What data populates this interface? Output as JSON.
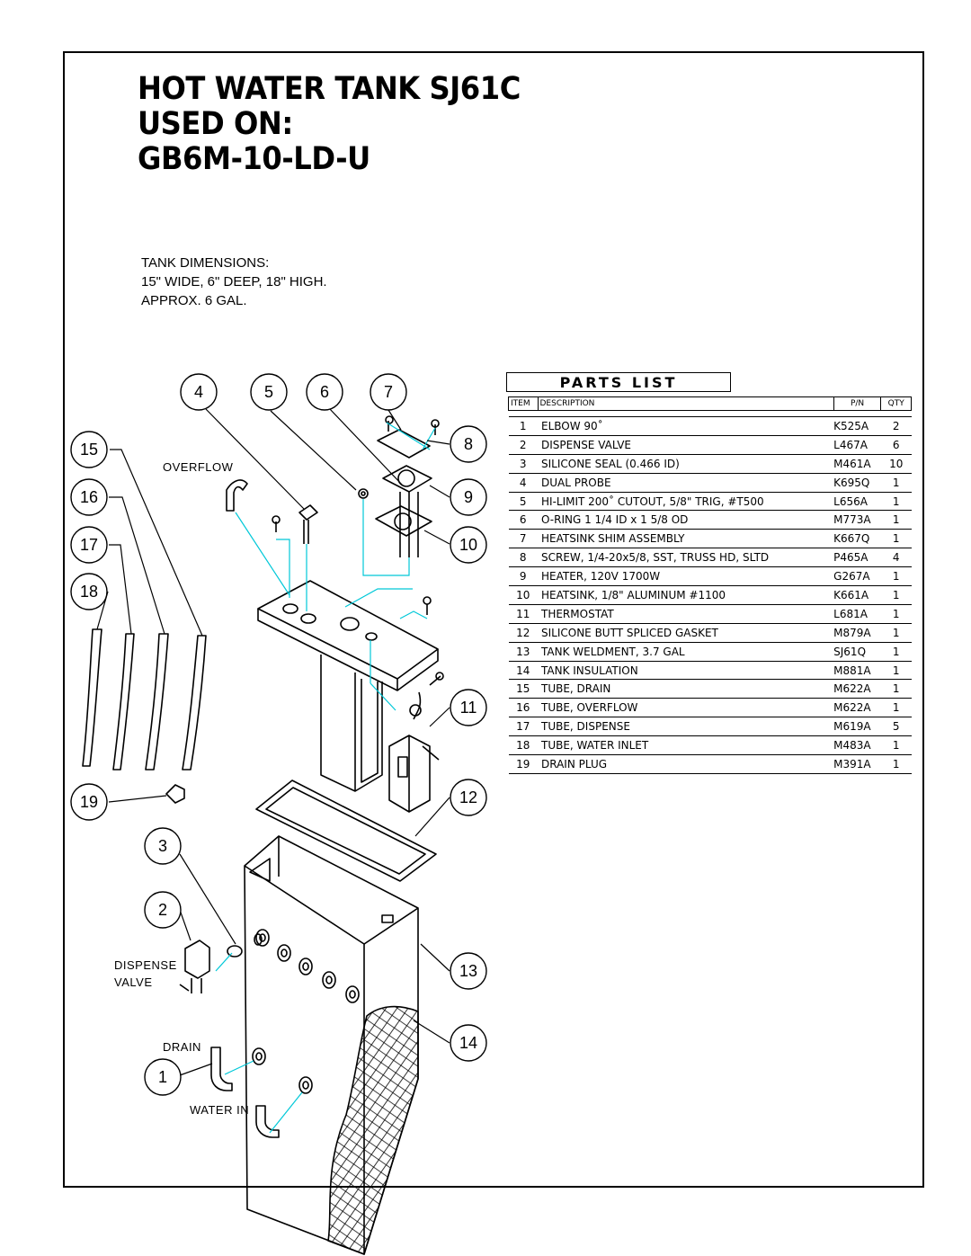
{
  "title": {
    "line1": "HOT WATER TANK SJ61C",
    "line2": "USED ON:",
    "line3": "GB6M-10-LD-U"
  },
  "dimensions": {
    "heading": "TANK DIMENSIONS:",
    "size": "15\" WIDE, 6\" DEEP, 18\" HIGH.",
    "capacity": "APPROX. 6 GAL."
  },
  "diagram": {
    "labels": {
      "overflow": "OVERFLOW",
      "dispense1": "DISPENSE",
      "dispense2": "VALVE",
      "drain": "DRAIN",
      "water_in": "WATER IN"
    },
    "callouts": [
      "4",
      "5",
      "6",
      "7",
      "8",
      "9",
      "10",
      "11",
      "12",
      "13",
      "14",
      "15",
      "16",
      "17",
      "18",
      "19",
      "3",
      "2",
      "1"
    ]
  },
  "parts_list": {
    "heading": "PARTS LIST",
    "columns": [
      "ITEM",
      "DESCRIPTION",
      "P/N",
      "QTY"
    ],
    "rows": [
      {
        "item": "1",
        "description": "ELBOW 90˚",
        "pn": "K525A",
        "qty": "2"
      },
      {
        "item": "2",
        "description": "DISPENSE VALVE",
        "pn": "L467A",
        "qty": "6"
      },
      {
        "item": "3",
        "description": "SILICONE SEAL (0.466 ID)",
        "pn": "M461A",
        "qty": "10"
      },
      {
        "item": "4",
        "description": "DUAL PROBE",
        "pn": "K695Q",
        "qty": "1"
      },
      {
        "item": "5",
        "description": "HI-LIMIT 200˚ CUTOUT, 5/8\" TRIG, #T500",
        "pn": "L656A",
        "qty": "1"
      },
      {
        "item": "6",
        "description": "O-RING 1 1/4 ID x 1 5/8 OD",
        "pn": "M773A",
        "qty": "1"
      },
      {
        "item": "7",
        "description": "HEATSINK SHIM ASSEMBLY",
        "pn": "K667Q",
        "qty": "1"
      },
      {
        "item": "8",
        "description": "SCREW, 1/4-20x5/8, SST, TRUSS HD, SLTD",
        "pn": "P465A",
        "qty": "4"
      },
      {
        "item": "9",
        "description": "HEATER, 120V 1700W",
        "pn": "G267A",
        "qty": "1"
      },
      {
        "item": "10",
        "description": "HEATSINK, 1/8\" ALUMINUM #1100",
        "pn": "K661A",
        "qty": "1"
      },
      {
        "item": "11",
        "description": "THERMOSTAT",
        "pn": "L681A",
        "qty": "1"
      },
      {
        "item": "12",
        "description": "SILICONE BUTT SPLICED GASKET",
        "pn": "M879A",
        "qty": "1"
      },
      {
        "item": "13",
        "description": "TANK WELDMENT, 3.7 GAL",
        "pn": "SJ61Q",
        "qty": "1"
      },
      {
        "item": "14",
        "description": "TANK INSULATION",
        "pn": "M881A",
        "qty": "1"
      },
      {
        "item": "15",
        "description": "TUBE, DRAIN",
        "pn": "M622A",
        "qty": "1"
      },
      {
        "item": "16",
        "description": "TUBE, OVERFLOW",
        "pn": "M622A",
        "qty": "1"
      },
      {
        "item": "17",
        "description": "TUBE, DISPENSE",
        "pn": "M619A",
        "qty": "5"
      },
      {
        "item": "18",
        "description": "TUBE, WATER INLET",
        "pn": "M483A",
        "qty": "1"
      },
      {
        "item": "19",
        "description": "DRAIN PLUG",
        "pn": "M391A",
        "qty": "1"
      }
    ]
  },
  "colors": {
    "line": "#000000",
    "leader": "#00c8d8",
    "background": "#ffffff"
  }
}
